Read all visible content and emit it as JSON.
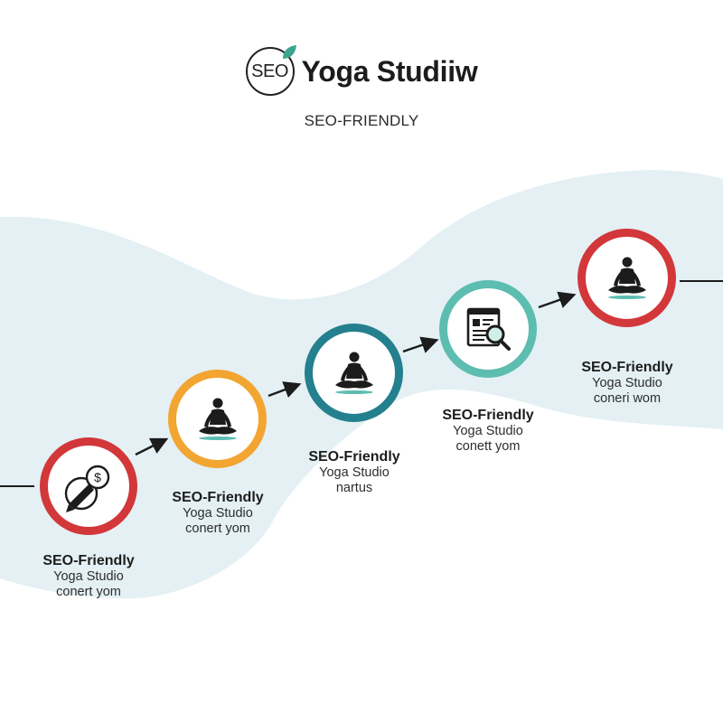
{
  "header": {
    "logo_text": "SEO",
    "title": "Yoga Studiiw",
    "tagline": "SEO-FRIENDLY"
  },
  "colors": {
    "red": "#d2373a",
    "orange": "#f2a531",
    "teal": "#24808e",
    "mint": "#5cbdb0",
    "wave": "#e4f0f4",
    "leaf": "#3aa68e"
  },
  "steps": [
    {
      "icon": "pen-coin-icon",
      "ring": "red",
      "title": "SEO-Friendly",
      "line1": "Yoga Studio",
      "line2": "conert yom"
    },
    {
      "icon": "meditation-icon",
      "ring": "orange",
      "title": "SEO-Friendly",
      "line1": "Yoga Studio",
      "line2": "conert yom"
    },
    {
      "icon": "meditation-icon",
      "ring": "teal",
      "title": "SEO-Friendly",
      "line1": "Yoga Studio",
      "line2": "nartus"
    },
    {
      "icon": "search-document-icon",
      "ring": "mint",
      "title": "SEO-Friendly",
      "line1": "Yoga Studio",
      "line2": "conett yom"
    },
    {
      "icon": "meditation-icon",
      "ring": "red",
      "title": "SEO-Friendly",
      "line1": "Yoga Studio",
      "line2": "coneri wom"
    }
  ]
}
